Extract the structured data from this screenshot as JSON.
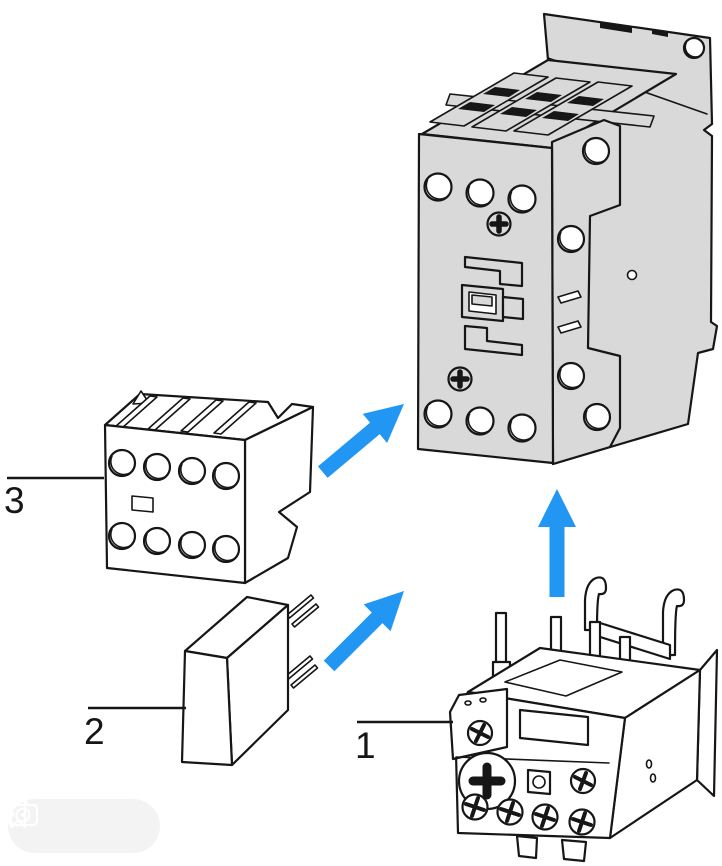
{
  "figure": {
    "callouts": [
      {
        "label": "1"
      },
      {
        "label": "2"
      },
      {
        "label": "3"
      }
    ],
    "colors": {
      "arrow_blue": "#2196F3",
      "contactor_fill": "#D9D9D9",
      "accessory_fill": "#FFFFFF",
      "line": "#161616",
      "background": "#FFFFFF",
      "toolbar_pill": "#F3F3F3",
      "toolbar_icon": "#FFFFFF"
    }
  },
  "toolbar": {
    "icons": [
      {
        "name": "bookmark-icon"
      },
      {
        "name": "camera-icon"
      },
      {
        "name": "more-options-icon"
      }
    ]
  }
}
